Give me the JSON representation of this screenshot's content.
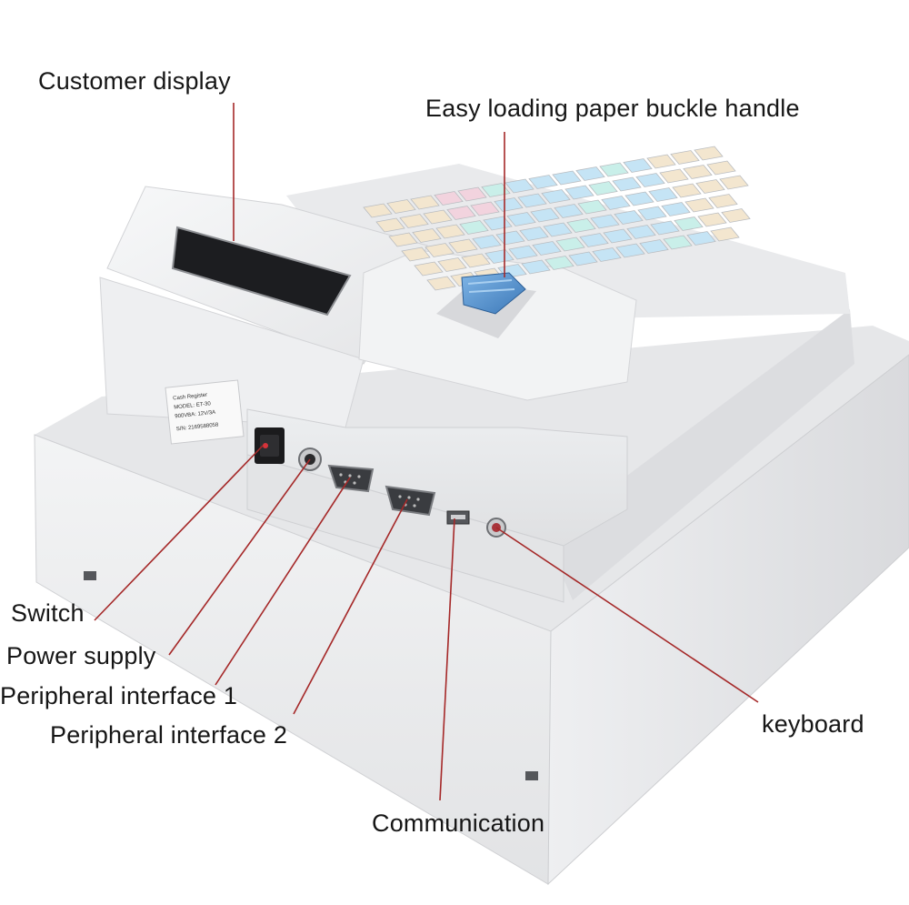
{
  "labels": {
    "customer_display": "Customer display",
    "paper_handle": "Easy loading paper buckle handle",
    "switch": "Switch",
    "power_supply": "Power supply",
    "peripheral_1": "Peripheral interface 1",
    "peripheral_2": "Peripheral interface 2",
    "communication": "Communication",
    "keyboard": "keyboard"
  },
  "nameplate": {
    "line1": "Cash Register",
    "line2": "MODEL: ET-30",
    "line3": "900VBA: 12V/3A",
    "line4": "S/N: 2169588058"
  },
  "colors": {
    "leader_line": "#a52828",
    "body": "#ecedee",
    "display": "#1c1d20",
    "handle": "#4f8fd0",
    "key_blue": "#c5e4f5",
    "key_cream": "#f3e6cf",
    "key_pink": "#f2d3de",
    "key_teal": "#c9efe9"
  }
}
